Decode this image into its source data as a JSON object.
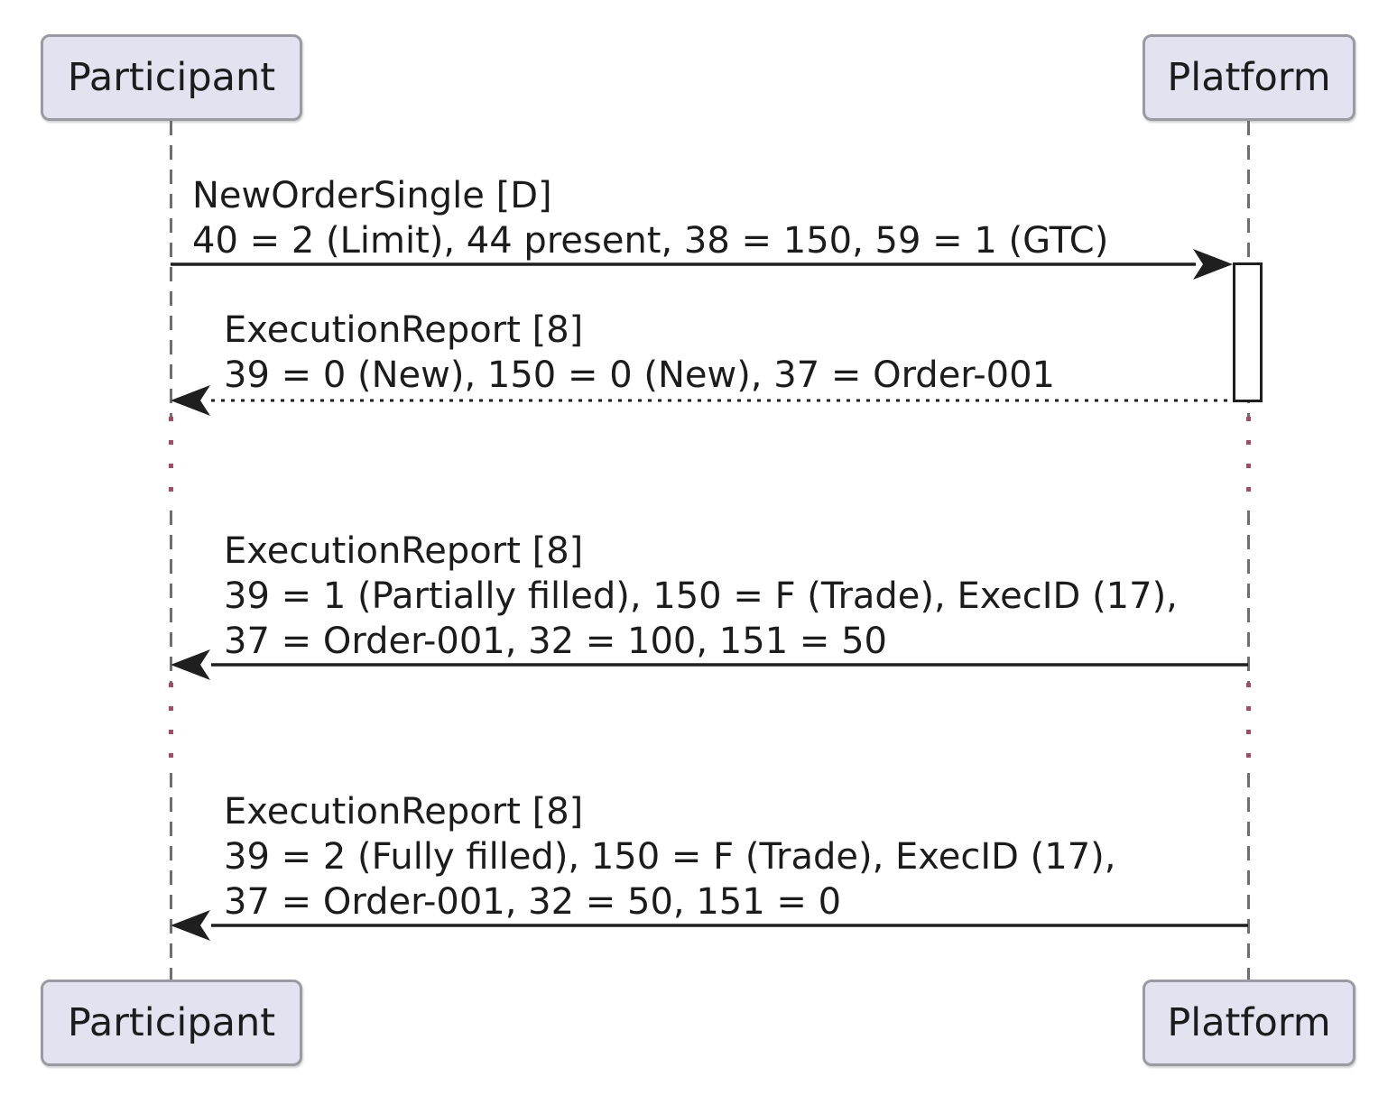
{
  "diagram_type": "sequence",
  "actors": [
    {
      "id": "participant",
      "label": "Participant"
    },
    {
      "id": "platform",
      "label": "Platform"
    }
  ],
  "messages": [
    {
      "title": "NewOrderSingle [D]",
      "details": [
        "40 = 2 (Limit), 44 present, 38 = 150, 59 = 1 (GTC)"
      ],
      "from": "Participant",
      "to": "Platform",
      "line_style": "solid"
    },
    {
      "title": "ExecutionReport [8]",
      "details": [
        "39 = 0 (New), 150 = 0 (New), 37 = Order-001"
      ],
      "from": "Platform",
      "to": "Participant",
      "line_style": "dotted"
    },
    {
      "title": "ExecutionReport [8]",
      "details": [
        "39 = 1 (Partially filled), 150 = F (Trade), ExecID (17),",
        "37 = Order-001, 32 = 100, 151 = 50"
      ],
      "from": "Platform",
      "to": "Participant",
      "line_style": "solid"
    },
    {
      "title": "ExecutionReport [8]",
      "details": [
        "39 = 2 (Fully filled), 150 = F (Trade), ExecID (17),",
        "37 = Order-001, 32 = 50, 151 = 0"
      ],
      "from": "Platform",
      "to": "Participant",
      "line_style": "solid"
    }
  ],
  "delays": [
    {
      "after_message_index": 1
    },
    {
      "after_message_index": 2
    }
  ],
  "colors": {
    "background": "#ffffff",
    "actor_fill": "#e2e2f0",
    "actor_border": "#9a9aa2",
    "text": "#1c1c1c",
    "lifeline": "#6f6f6f",
    "delay_dot": "#a74a60",
    "arrow": "#1f1f1f"
  }
}
